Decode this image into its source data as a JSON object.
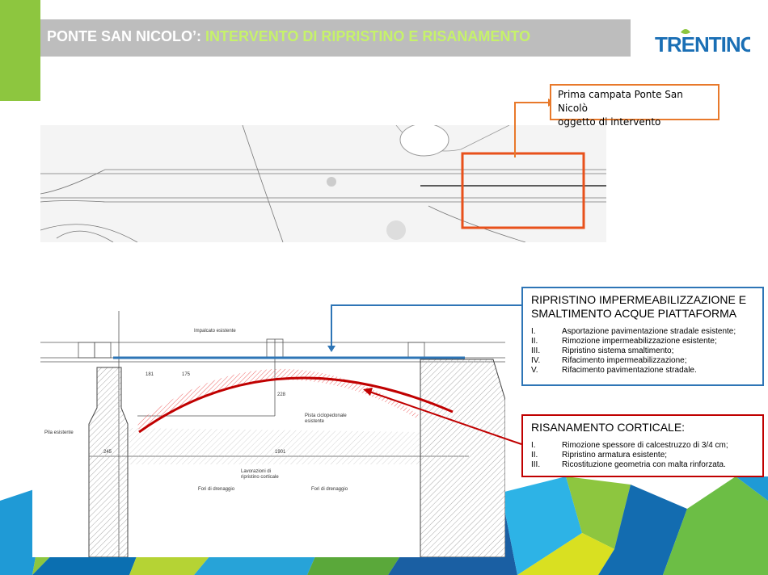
{
  "header": {
    "title_prefix": "PONTE SAN NICOLO’:",
    "title_rest": " INTERVENTO DI RIPRISTINO E RISANAMENTO",
    "logo_text": "TRENTINO"
  },
  "plan_callout": {
    "line1": "Prima campata Ponte San Nicolò",
    "line2": "oggetto di intervento"
  },
  "section_drawing": {
    "labels": {
      "deck": "Impalcato esistente",
      "pier": "Pila esistente",
      "path_line1": "Pista ciclopedonale",
      "path_line2": "esistente",
      "works_line1": "Lavorazioni di",
      "works_line2": "ripristino corticale",
      "drain_left": "Fori di drenaggio",
      "drain_right": "Fori di drenaggio",
      "dim_span": "1901",
      "dim_pier": "245",
      "dim_a": "181",
      "dim_b": "175",
      "dim_rise": "228"
    }
  },
  "waterproofing_box": {
    "title": "RIPRISTINO IMPERMEABILIZZAZIONE E SMALTIMENTO ACQUE PIATTAFORMA",
    "items": [
      {
        "num": "I.",
        "text": "Asportazione pavimentazione stradale esistente;"
      },
      {
        "num": "II.",
        "text": "Rimozione impermeabilizzazione esistente;"
      },
      {
        "num": "III.",
        "text": "Ripristino sistema smaltimento;"
      },
      {
        "num": "IV.",
        "text": "Rifacimento impermeabilizzazione;"
      },
      {
        "num": "V.",
        "text": "Rifacimento pavimentazione stradale."
      }
    ]
  },
  "cortical_box": {
    "title": "RISANAMENTO CORTICALE:",
    "items": [
      {
        "num": "I.",
        "text": "Rimozione spessore di calcestruzzo di 3/4 cm;"
      },
      {
        "num": "II.",
        "text": "Ripristino armatura esistente;"
      },
      {
        "num": "III.",
        "text": "Ricostituzione geometria con malta rinforzata."
      }
    ]
  },
  "colors": {
    "green": "#8dc63f",
    "orange": "#e8792b",
    "blue": "#2e75b6",
    "red": "#c00000"
  }
}
